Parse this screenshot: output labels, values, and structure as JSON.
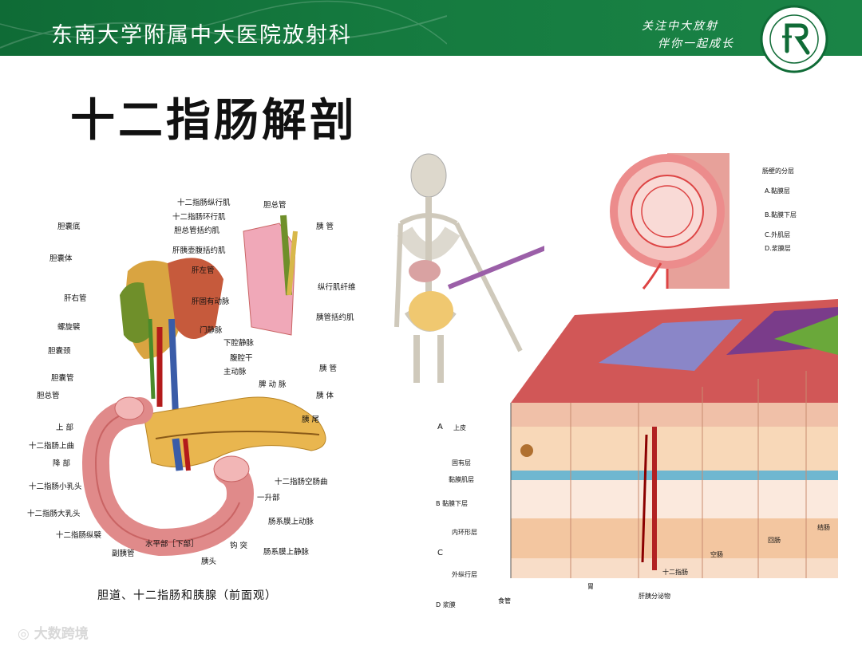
{
  "header": {
    "institution": "东南大学附属中大医院放射科",
    "slogan_line1": "关注中大放射",
    "slogan_line2": "伴你一起成长"
  },
  "title": "十二指肠解剖",
  "left_figure": {
    "caption": "胆道、十二指肠和胰腺（前面观）",
    "labels": [
      "胆囊底",
      "胆囊体",
      "肝右管",
      "螺旋襞",
      "胆囊颈",
      "胆囊管",
      "胆总管",
      "上 部",
      "十二指肠上曲",
      "降 部",
      "十二指肠小乳头",
      "十二指肠大乳头",
      "十二指肠纵襞",
      "副胰管",
      "水平部［下部］",
      "胰头",
      "钩 突",
      "肠系膜上静脉",
      "肠系膜上动脉",
      "一升部",
      "十二指肠空肠曲",
      "胰 尾",
      "胰 体",
      "胰 管",
      "脾 动 脉",
      "主动脉",
      "腹腔干",
      "下腔静脉",
      "门静脉",
      "肝固有动脉",
      "肝左管",
      "肝胰壶腹括约肌",
      "胆总管括约肌",
      "十二指肠环行肌",
      "十二指肠纵行肌",
      "胆总管",
      "胰 管",
      "纵行肌纤维",
      "胰管括约肌"
    ]
  },
  "layer_figure": {
    "title": "肠壁的分层",
    "layers": [
      "A.黏膜层",
      "B.黏膜下层",
      "C.外肌层",
      "D.浆膜层"
    ]
  },
  "wall_figure": {
    "left_labels": [
      "上皮",
      "固有层",
      "黏膜肌层",
      "B 黏膜下层",
      "内环形层",
      "外纵行层",
      "D 浆膜"
    ],
    "group_a": "A",
    "group_c": "C",
    "bottom_labels": [
      "食管",
      "胃",
      "十二指肠",
      "肝胰分泌物",
      "空肠",
      "回肠",
      "结肠"
    ]
  },
  "watermark": "大数跨境",
  "colors": {
    "header_green": "#157a3f",
    "accent_red": "#c0392b"
  }
}
